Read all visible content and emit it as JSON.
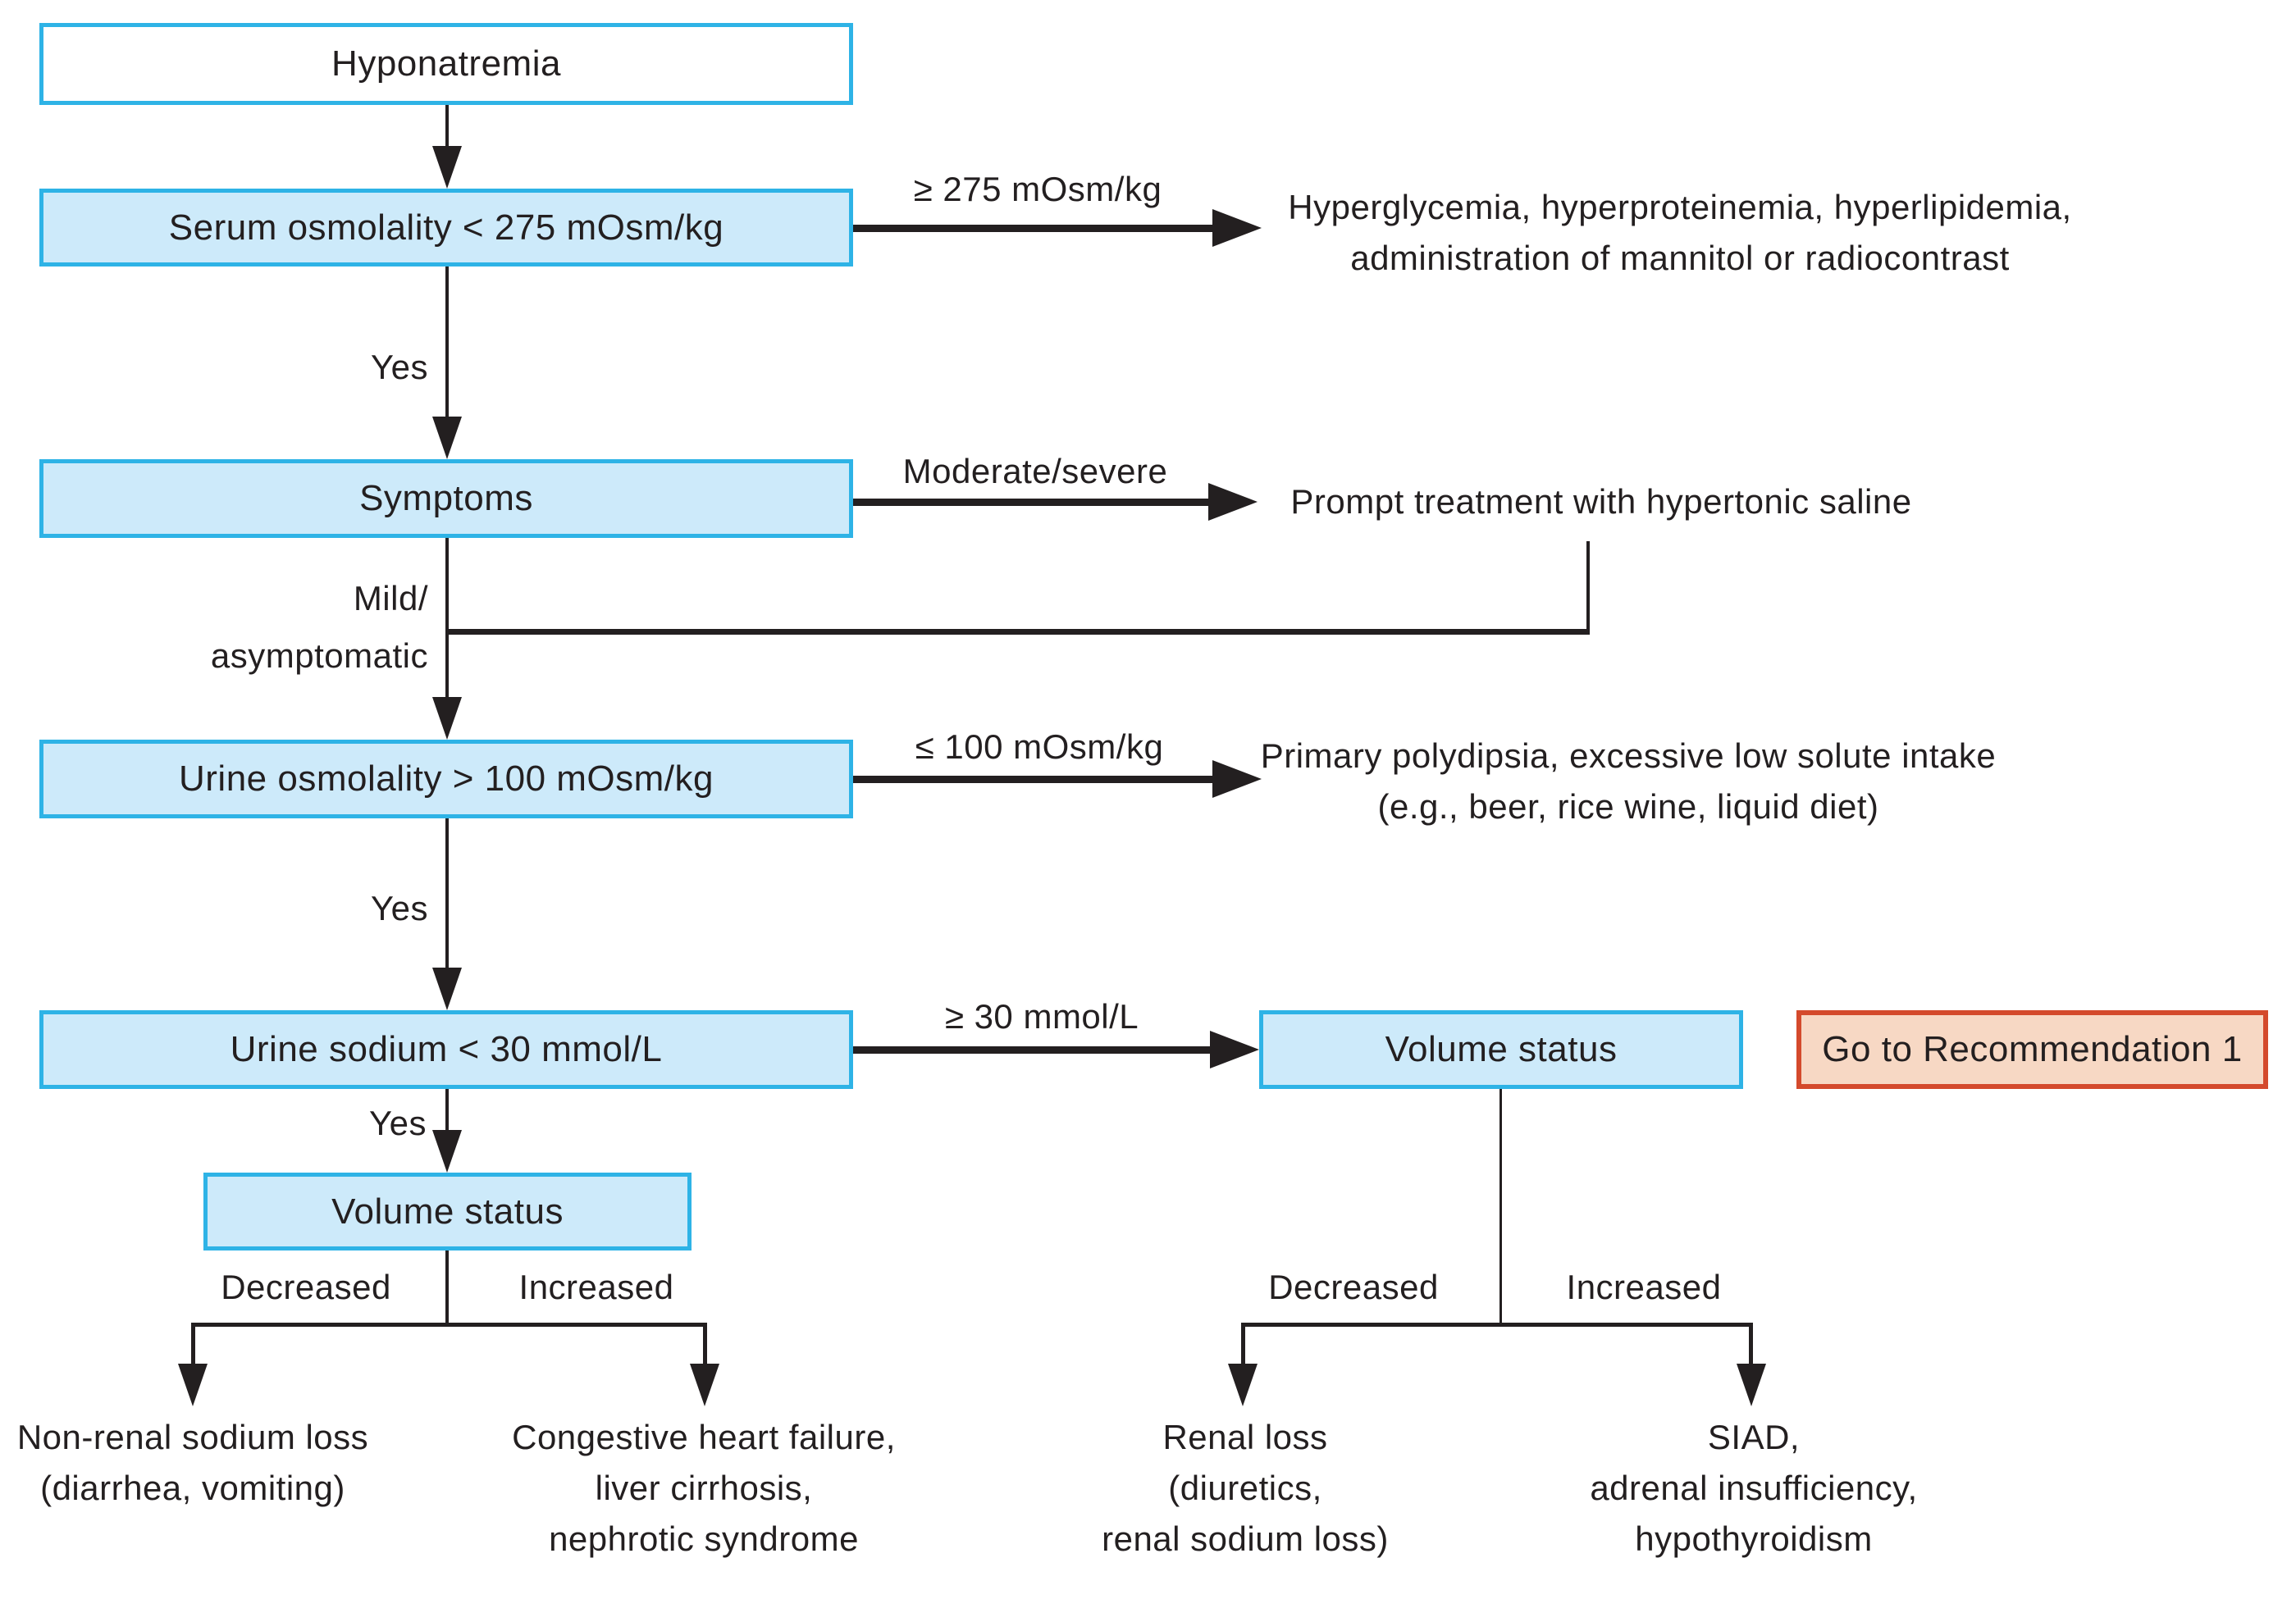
{
  "colors": {
    "node_border": "#2eb3e6",
    "node_fill": "#cdeafa",
    "start_fill": "#ffffff",
    "alert_border": "#d44a2c",
    "alert_fill": "#f7d8c4",
    "line": "#231f20",
    "text": "#231f20"
  },
  "nodes": {
    "hyponatremia": "Hyponatremia",
    "serum_osmolality": "Serum osmolality < 275 mOsm/kg",
    "symptoms": "Symptoms",
    "urine_osmolality": "Urine osmolality > 100 mOsm/kg",
    "urine_sodium": "Urine sodium < 30 mmol/L",
    "volume_status_right": "Volume status",
    "volume_status_left": "Volume status",
    "go_to_recommendation": "Go to Recommendation 1"
  },
  "edge_labels": {
    "geq_275": "≥ 275 mOsm/kg",
    "yes_1": "Yes",
    "moderate_severe": "Moderate/severe",
    "mild_line1": "Mild/",
    "mild_line2": "asymptomatic",
    "leq_100": "≤ 100 mOsm/kg",
    "yes_2": "Yes",
    "geq_30": "≥ 30 mmol/L",
    "yes_3": "Yes",
    "decreased_left": "Decreased",
    "increased_left": "Increased",
    "decreased_right": "Decreased",
    "increased_right": "Increased"
  },
  "outcomes": {
    "hyperosmolar": {
      "lines": [
        "Hyperglycemia, hyperproteinemia, hyperlipidemia,",
        "administration of mannitol or radiocontrast"
      ]
    },
    "prompt_treatment": {
      "lines": [
        "Prompt treatment with hypertonic saline"
      ]
    },
    "polydipsia": {
      "lines": [
        "Primary polydipsia, excessive low solute intake",
        "(e.g., beer, rice wine, liquid diet)"
      ]
    },
    "non_renal_loss": {
      "lines": [
        "Non-renal sodium loss",
        "(diarrhea, vomiting)"
      ]
    },
    "chf": {
      "lines": [
        "Congestive heart failure,",
        "liver cirrhosis,",
        "nephrotic syndrome"
      ]
    },
    "renal_loss": {
      "lines": [
        "Renal loss",
        "(diuretics,",
        "renal sodium loss)"
      ]
    },
    "siad": {
      "lines": [
        "SIAD,",
        "adrenal insufficiency,",
        "hypothyroidism"
      ]
    }
  }
}
